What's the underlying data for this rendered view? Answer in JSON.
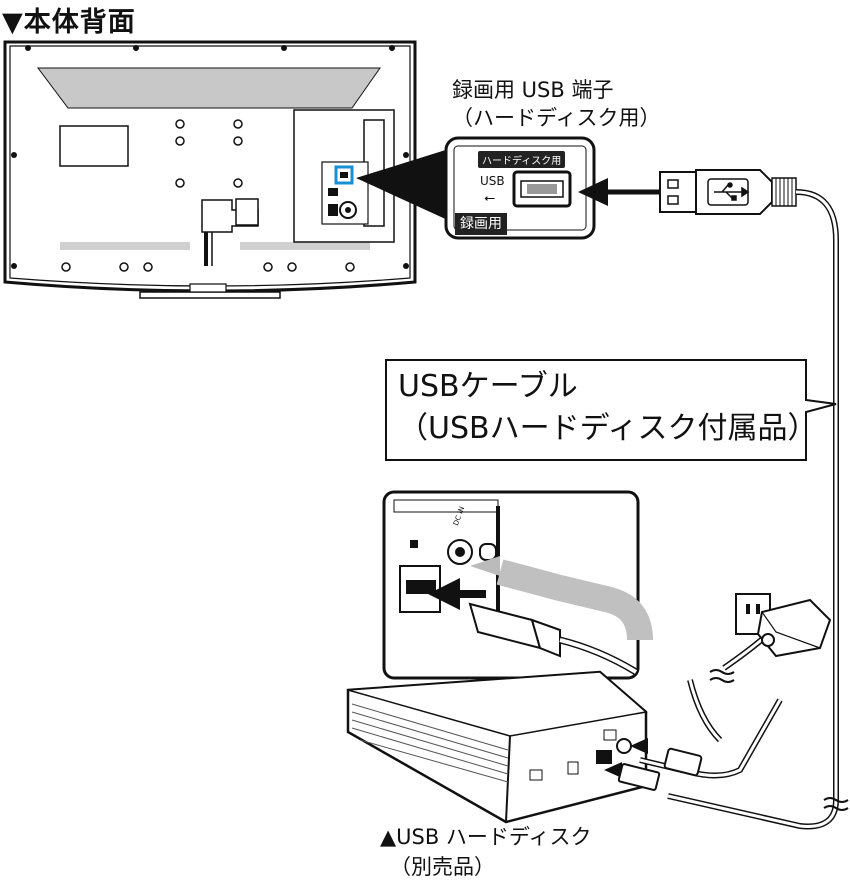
{
  "title": "▼本体背面",
  "usb_terminal_label": {
    "line1": "録画用 USB 端子",
    "line2": "（ハードディスク用）"
  },
  "callout": {
    "chip_text": "ハードディスク用",
    "usb_text": "USB",
    "usb_symbol": "⭠",
    "recording_tab": "録画用"
  },
  "cable_label": {
    "line1": "USBケーブル",
    "line2": "（USBハードディスク付属品）"
  },
  "hdd_label": {
    "line1": "▲USB ハードディスク",
    "line2": "（別売品）"
  },
  "inset_text": {
    "dc_in": "DC IN"
  },
  "colors": {
    "highlight": "#1a8fd0",
    "line": "#111111",
    "panel_gray": "#c8c8c8",
    "cable_gray": "#9a9a9a"
  },
  "icons": [
    "usb-trident-icon",
    "arrow-icon",
    "power-plug-icon"
  ]
}
